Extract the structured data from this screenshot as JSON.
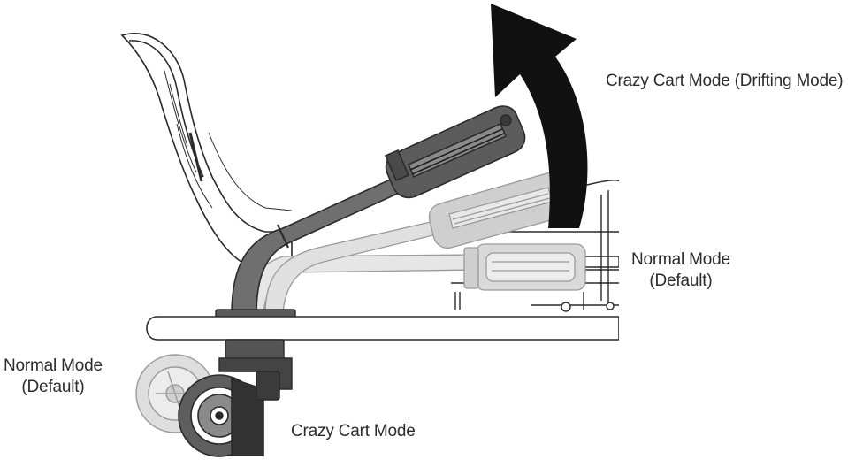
{
  "labels": {
    "crazy_cart_drifting": "Crazy Cart Mode (Drifting Mode)",
    "normal_mode_right": {
      "line1": "Normal Mode",
      "line2": "(Default)"
    },
    "normal_mode_left": {
      "line1": "Normal Mode",
      "line2": "(Default)"
    },
    "crazy_cart_mode": "Crazy Cart Mode"
  },
  "colors": {
    "ink": "#1a1a1a",
    "handle_active": "#6d6d6d",
    "handle_ghost": "#c7c7c7",
    "frame_line": "#3a3a3a",
    "arrow": "#111111"
  }
}
